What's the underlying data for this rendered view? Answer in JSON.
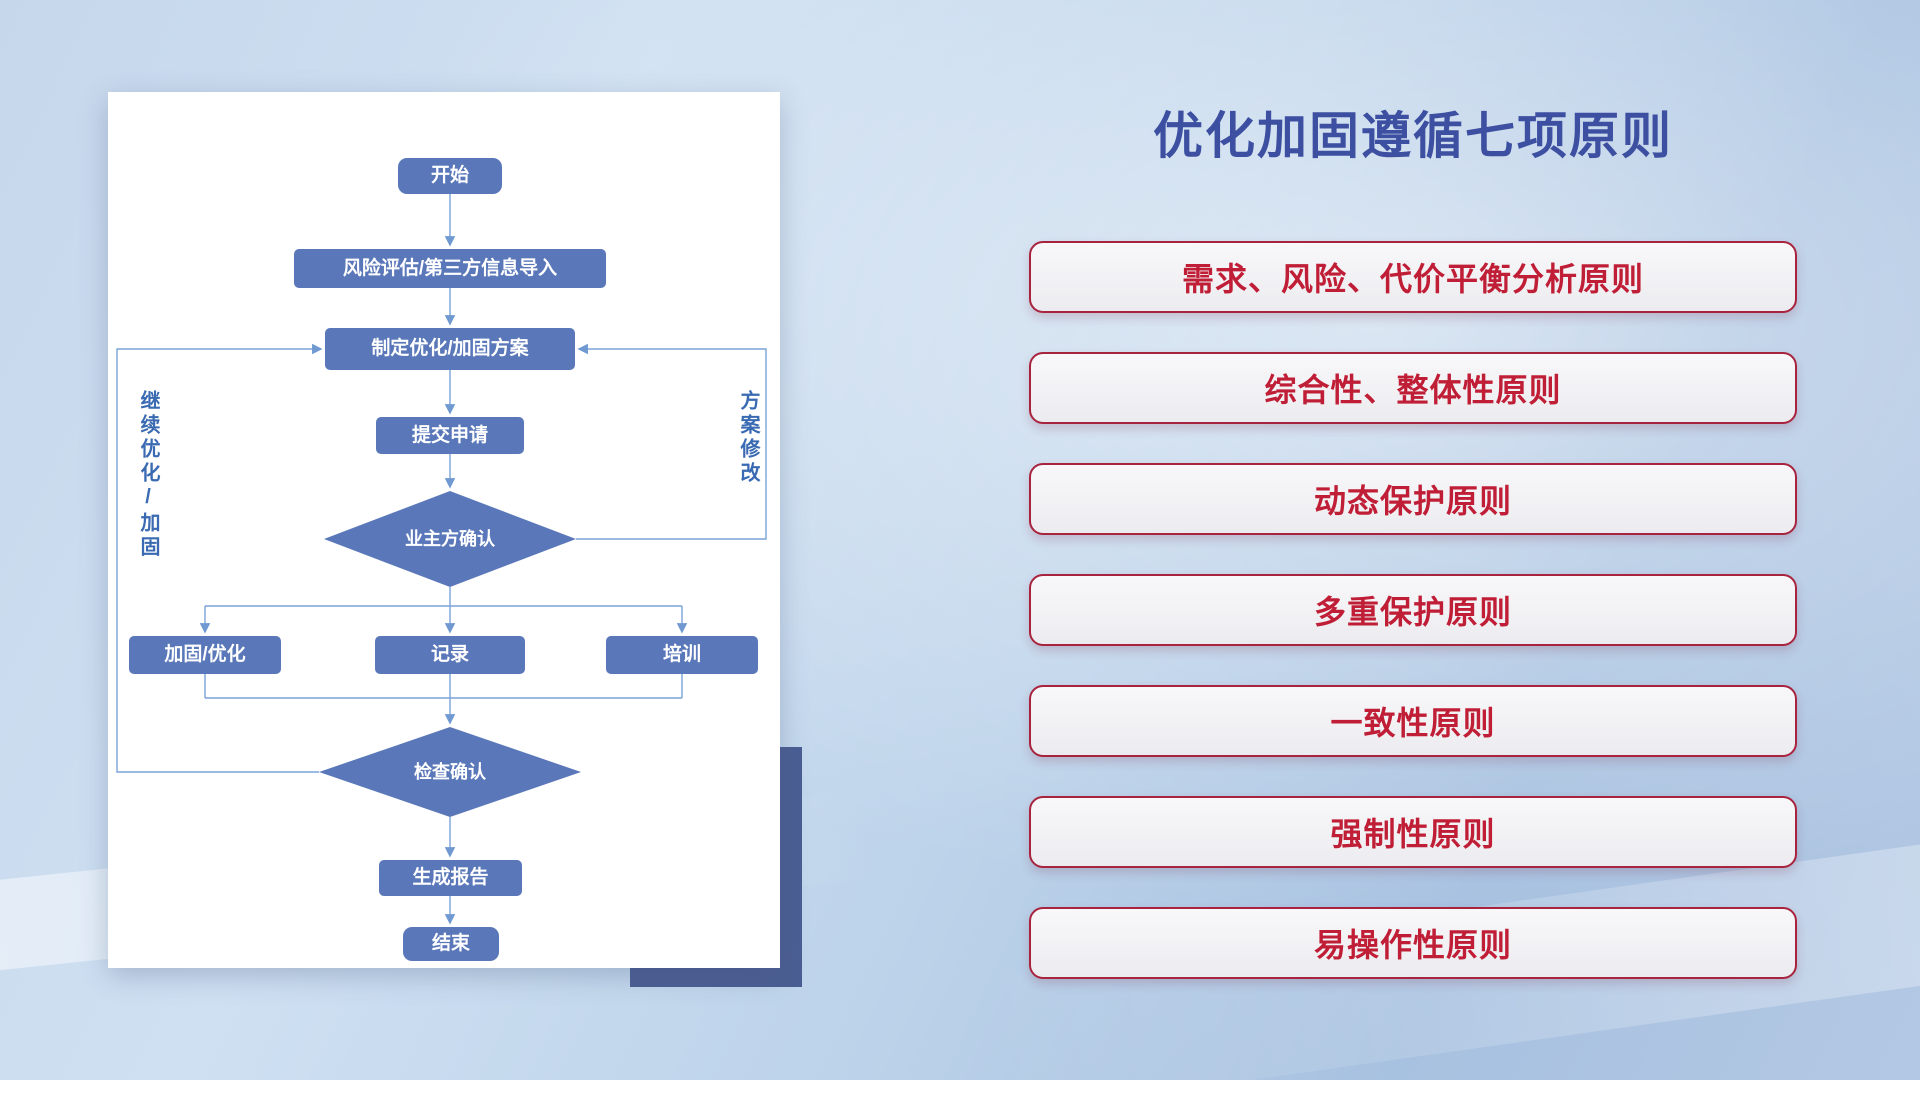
{
  "title": "优化加固遵循七项原则",
  "flowchart": {
    "nodes": {
      "start": "开始",
      "risk_import": "风险评估/第三方信息导入",
      "make_plan": "制定优化/加固方案",
      "submit": "提交申请",
      "owner_confirm": "业主方确认",
      "reinforce": "加固/优化",
      "record": "记录",
      "training": "培训",
      "check_confirm": "检查确认",
      "report": "生成报告",
      "end": "结束"
    },
    "side_labels": {
      "continue": "继续优化/加固",
      "modify": "方案修改"
    }
  },
  "principles": [
    "需求、风险、代价平衡分析原则",
    "综合性、整体性原则",
    "动态保护原则",
    "多重保护原则",
    "一致性原则",
    "强制性原则",
    "易操作性原则"
  ],
  "colors": {
    "node_fill": "#5a78b9",
    "connector_line": "#7aa3d8",
    "arrowhead": "#6f99d0",
    "title_text": "#3d4fa1",
    "principle_text": "#c01e36",
    "principle_border": "#a8243e",
    "side_label_text": "#3a6ab2",
    "accent_rect": "#4b5e93",
    "card_background": "#ffffff"
  }
}
